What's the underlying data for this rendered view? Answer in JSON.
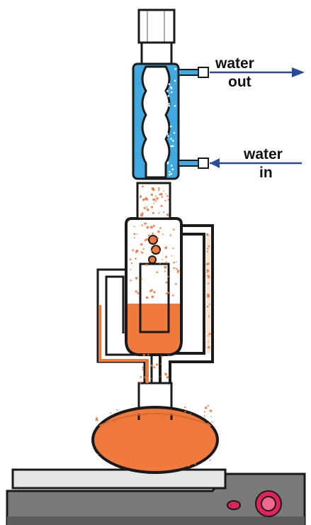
{
  "labels": {
    "water_out_line1": "water",
    "water_out_line2": "out",
    "water_in_line1": "water",
    "water_in_line2": "in"
  },
  "colors": {
    "glass_outline": "#1a1a1a",
    "cooling_water": "#3fa9e0",
    "solvent": "#f07a3c",
    "solvent_speckle": "#e8733a",
    "hotplate_top": "#e6e6e6",
    "hotplate_body": "#7a7a7a",
    "knob_red": "#e0245a"
  },
  "icons": {
    "condenser": "reflux-condenser",
    "extractor": "soxhlet-extractor",
    "flask": "round-bottom-flask",
    "heater": "hot-plate"
  }
}
